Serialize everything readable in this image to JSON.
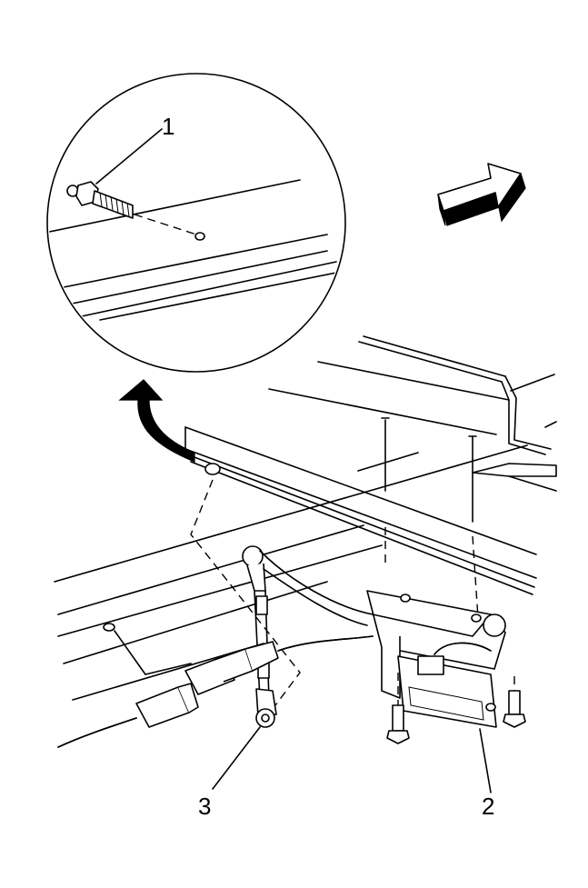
{
  "callouts": {
    "c1": "1",
    "c2": "2",
    "c3": "3"
  },
  "icons": {
    "direction": "forward-arrow-icon",
    "detail": "detail-view-arrow-icon"
  },
  "colors": {
    "line": "#000000",
    "background": "#ffffff"
  }
}
